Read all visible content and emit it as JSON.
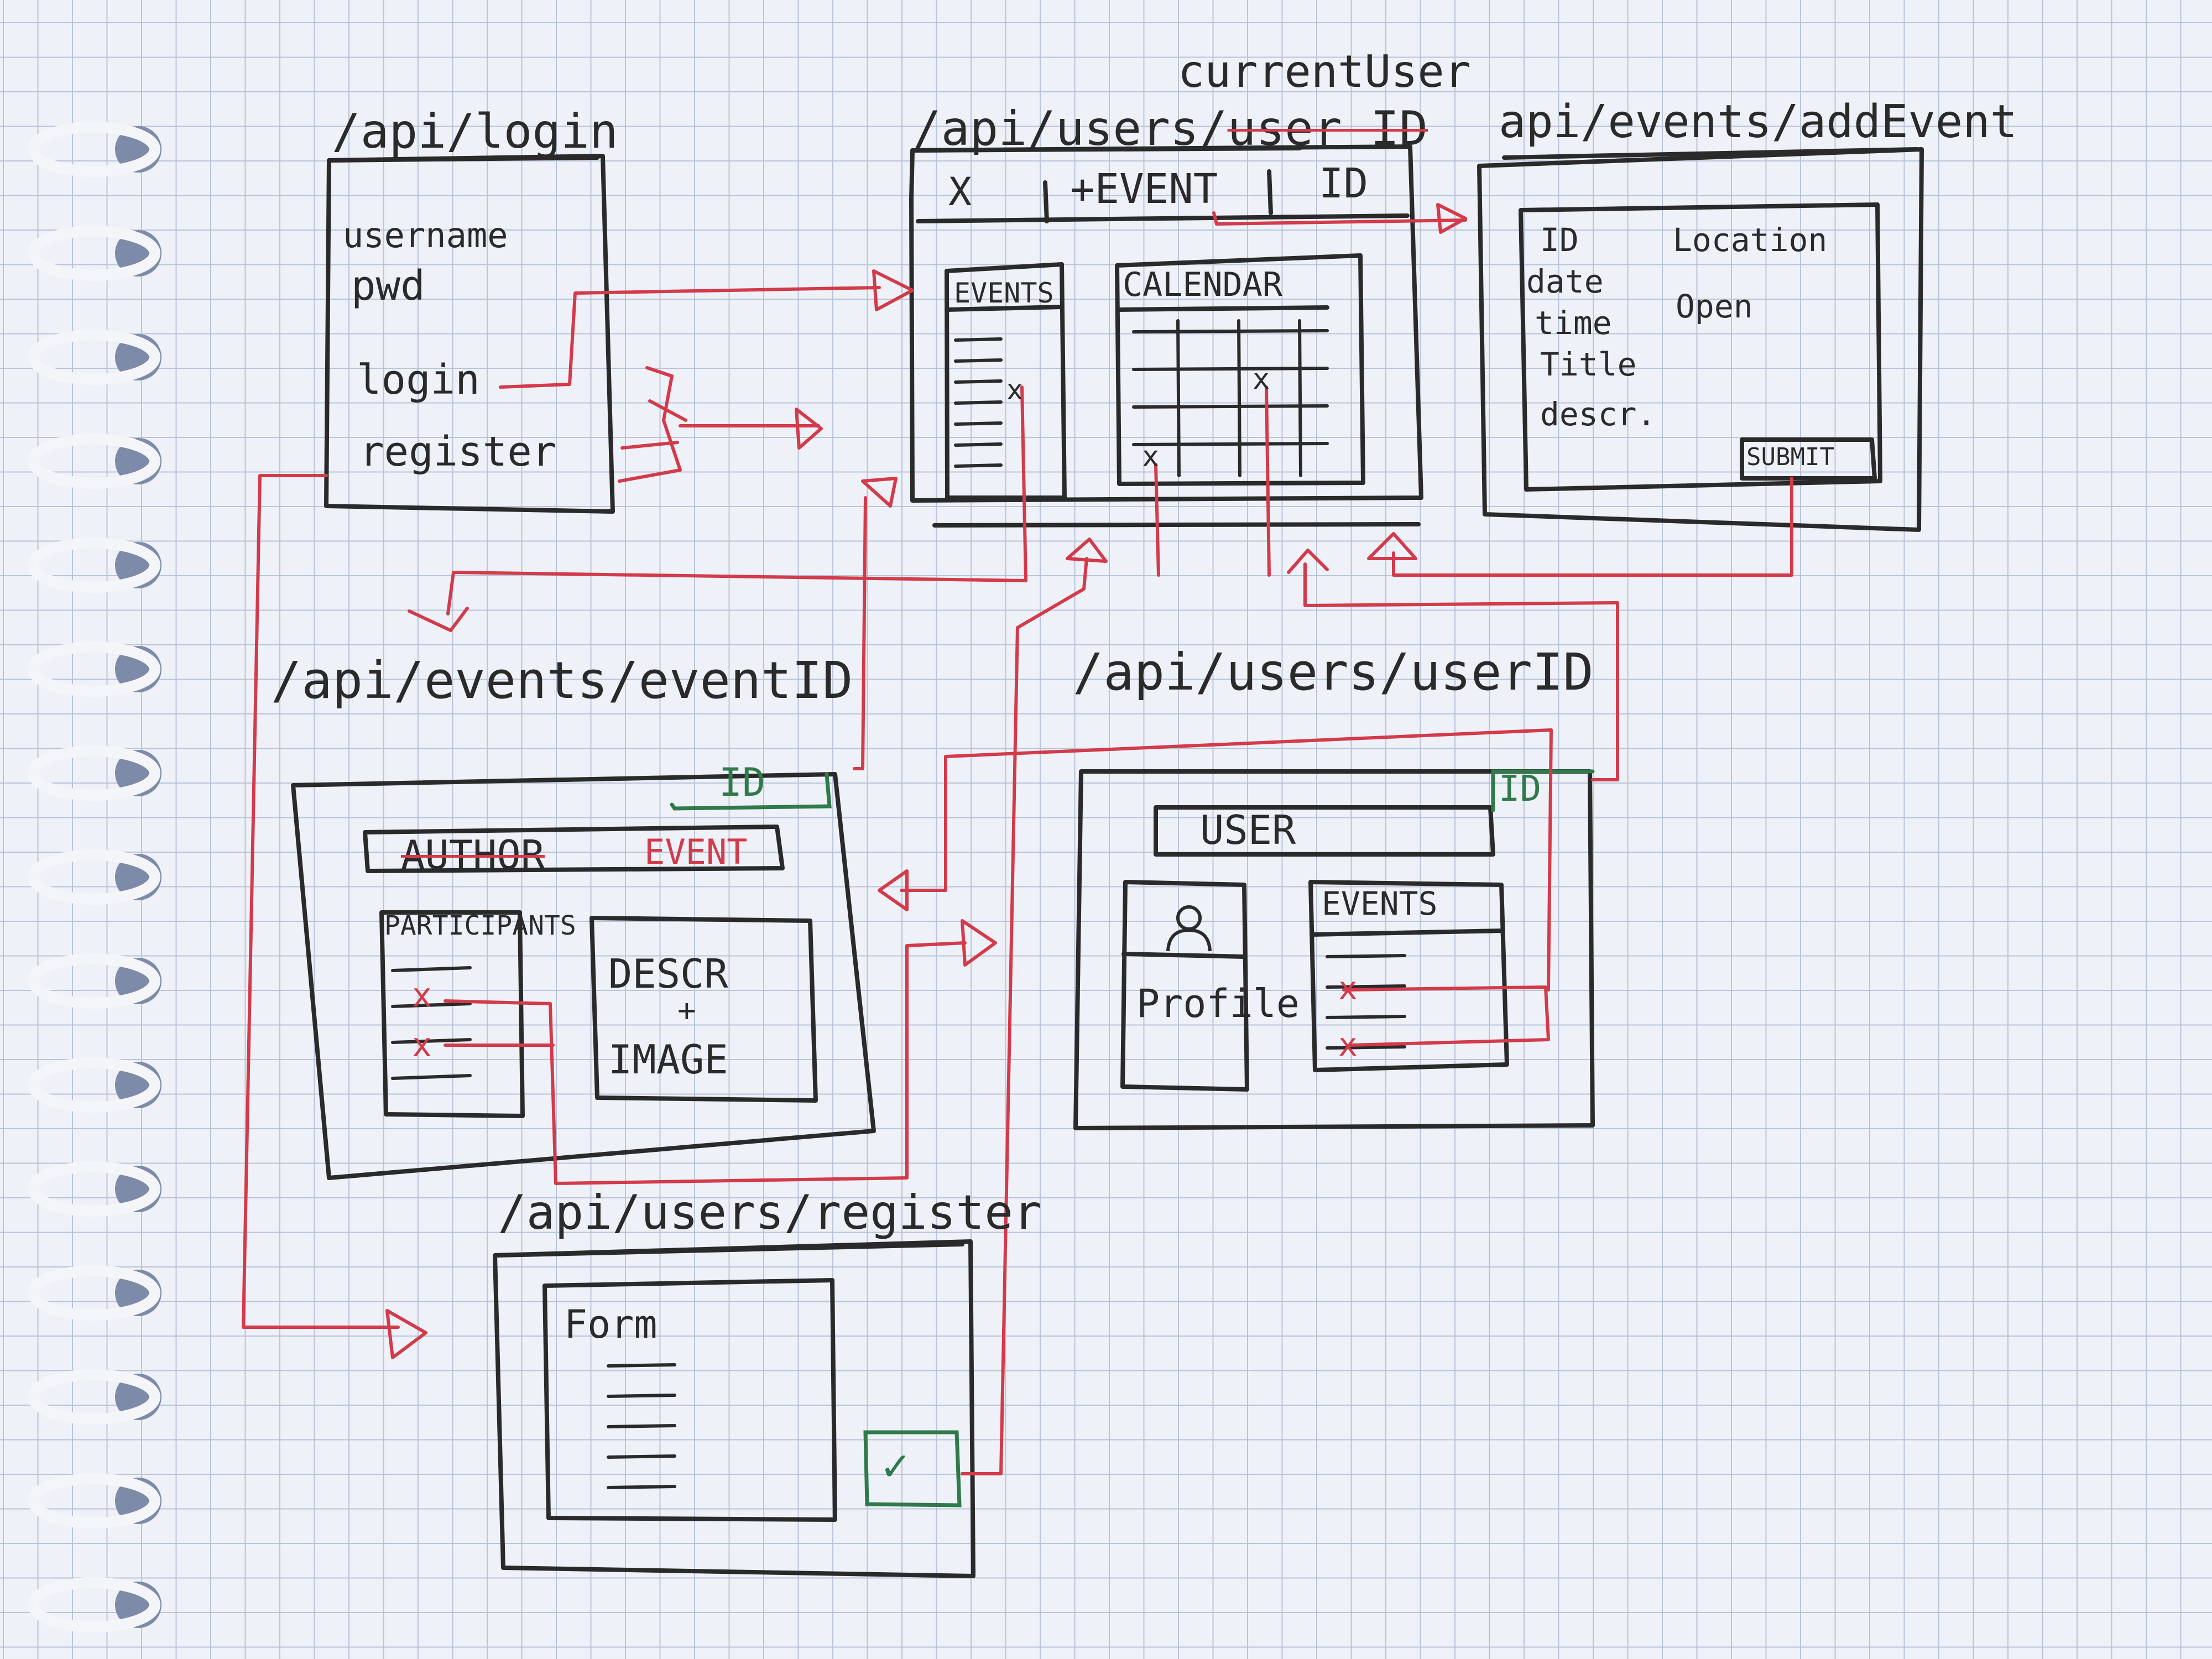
{
  "screens": {
    "current_user": {
      "route": "/api/users/",
      "struck_segment": "user ID",
      "inserted_segment": "currentUser",
      "toolbar": {
        "close_symbol": "X",
        "add_event": "+EVENT",
        "id": "ID"
      },
      "events_panel_title": "EVENTS",
      "calendar_title": "CALENDAR",
      "row_mark": "x"
    },
    "login": {
      "route": "/api/login",
      "fields": [
        "username",
        "pwd"
      ],
      "actions": {
        "login": "login",
        "register": "register"
      }
    },
    "add_event": {
      "route": "api/events/addEvent",
      "fields": [
        "ID",
        "date",
        "time",
        "Title",
        "descr."
      ],
      "field_notes": [
        "Location",
        "Open"
      ],
      "submit": "SUBMIT"
    },
    "event_detail": {
      "route": "/api/events/eventID",
      "id_tag": "ID",
      "header_struck": "AUTHOR",
      "header_replacement": "EVENT",
      "participants_title": "PARTICIPANTS",
      "row_mark": "x",
      "descr_lines": [
        "DESCR",
        "+",
        "IMAGE"
      ]
    },
    "user_profile": {
      "route": "/api/users/userID",
      "id_tag": "ID",
      "header": "USER",
      "profile_label": "Profile",
      "events_title": "EVENTS",
      "row_mark": "x"
    },
    "register": {
      "route": "/api/users/register",
      "form_title": "Form",
      "confirm_symbol": "✓"
    }
  },
  "colors": {
    "ink": "#2a2a2a",
    "red_pen": "#d33a4a",
    "green_pen": "#2f7a4a",
    "grid": "#b9c4d8",
    "paper": "#eef1f7"
  }
}
